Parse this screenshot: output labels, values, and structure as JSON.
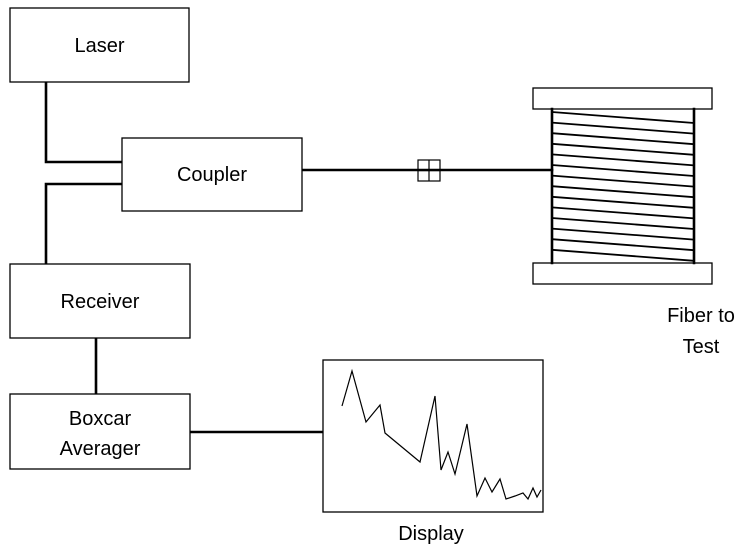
{
  "blocks": {
    "laser": "Laser",
    "coupler": "Coupler",
    "receiver": "Receiver",
    "boxcar_line1": "Boxcar",
    "boxcar_line2": "Averager"
  },
  "labels": {
    "fiber_line1": "Fiber to",
    "fiber_line2": "Test",
    "display": "Display"
  }
}
